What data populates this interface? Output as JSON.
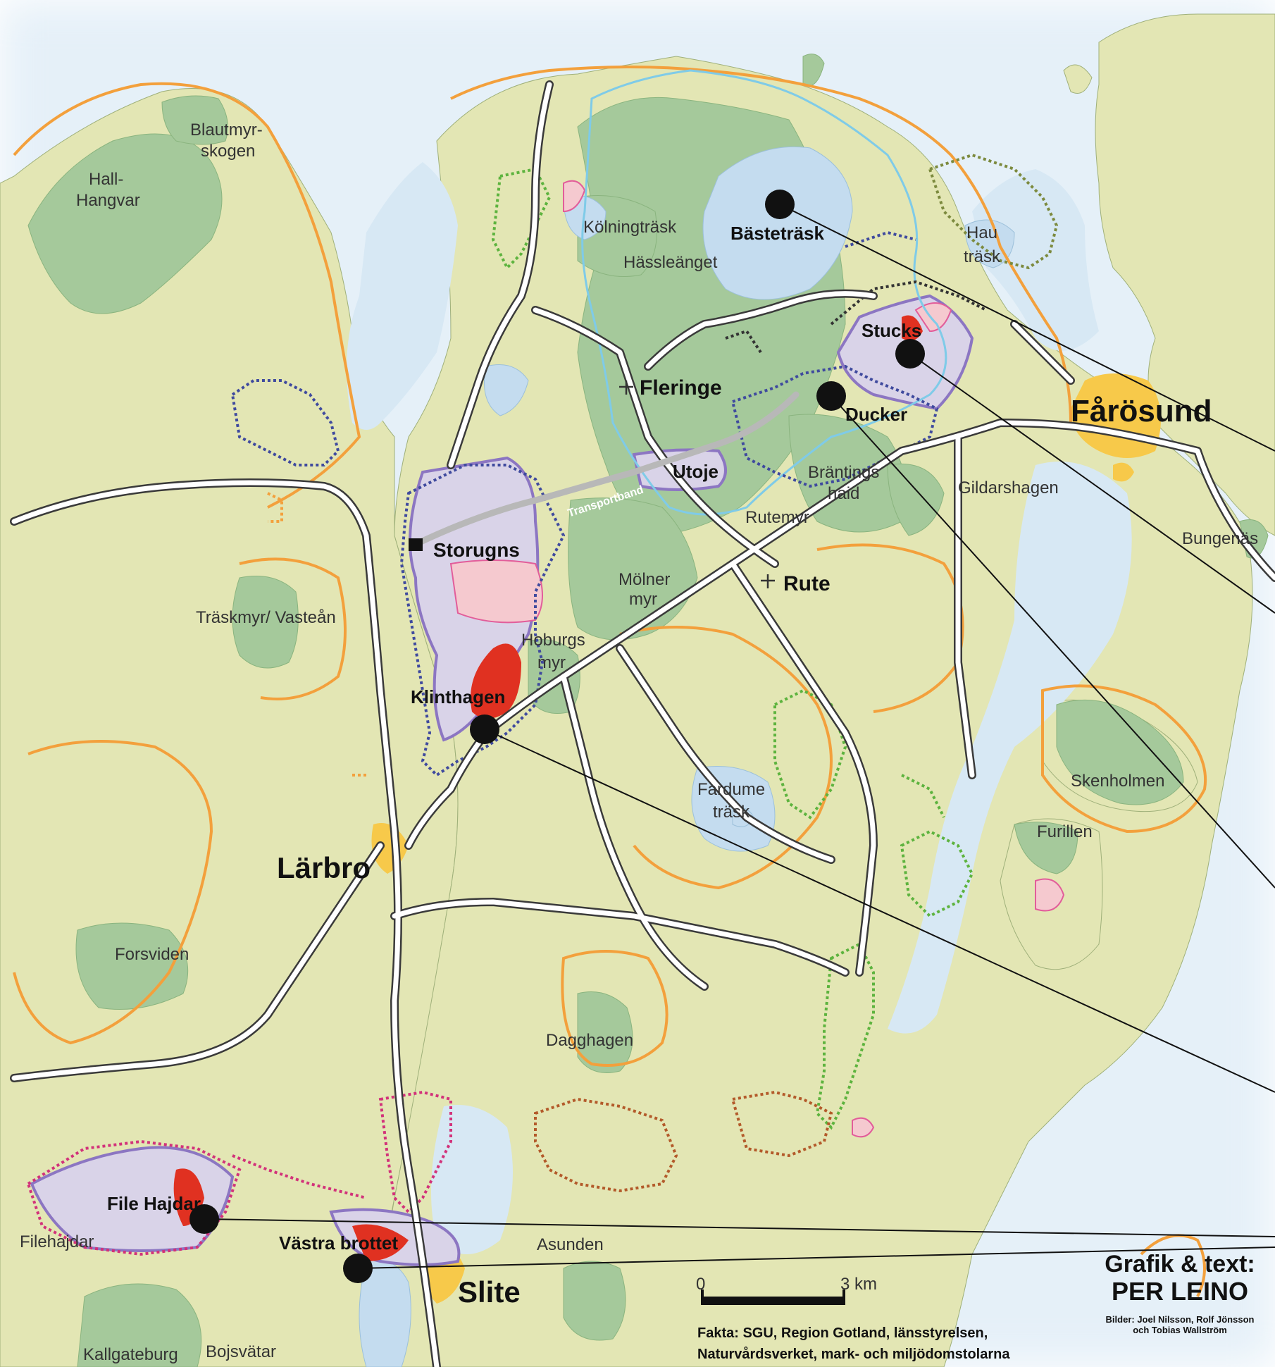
{
  "map": {
    "places": {
      "blautmyrskogen": [
        "Blautmyr-",
        "skogen"
      ],
      "hallhangvar": [
        "Hall-",
        "Hangvar"
      ],
      "kolningstrask": "Kölningträsk",
      "hassleanget": "Hässleänget",
      "bastetrask": "Bästeträsk",
      "hautrask": [
        "Hau",
        "träsk"
      ],
      "stucks": "Stucks",
      "fleringe": "Fleringe",
      "ducker": "Ducker",
      "farosund": "Fårösund",
      "utoje": "Utoje",
      "brantings_haid": [
        "Bräntings",
        "haid"
      ],
      "gildarshagen": "Gildarshagen",
      "storugns": "Storugns",
      "rutemyr": "Rutemyr",
      "bungenas": "Bungenäs",
      "rute": "Rute",
      "molner_myr": [
        "Mölner",
        "myr"
      ],
      "traskmyr": "Träskmyr/ Vasteån",
      "hoburgs_myr": [
        "Hoburgs",
        "myr"
      ],
      "klinthagen": "Klinthagen",
      "skenholmen": "Skenholmen",
      "fardume": [
        "Fardume",
        "träsk"
      ],
      "furillen": "Furillen",
      "larbro": "Lärbro",
      "forsviden": "Forsviden",
      "dagghagen": "Dagghagen",
      "file_hajdar": "File Hajdar",
      "filehajdar": "Filehajdar",
      "vastra_brottet": "Västra brottet",
      "asunden": "Asunden",
      "slite": "Slite",
      "kallgateburg": "Kallgateburg",
      "bojsvatar": "Bojsvätar"
    },
    "transportband_label": "Transportband",
    "scale": {
      "start": "0",
      "end": "3 km"
    },
    "fakta": [
      "Fakta: SGU, Region Gotland, länsstyrelsen,",
      "Naturvårdsverket, mark- och miljödomstolarna"
    ],
    "credit": {
      "title": "Grafik & text:",
      "author": "PER LEINO",
      "photos": [
        "Bilder: Joel Nilsson, Rolf Jönsson",
        "och Tobias Wallström"
      ]
    },
    "colors": {
      "sea": "#cfe3f2",
      "land": "#e3e6b4",
      "forest": "#a5c99b",
      "lake": "#c4dcef",
      "road": "#ffffff",
      "road_edge": "#3a3a3a",
      "nature_reserve_outline": "#f3a03c",
      "protected_green": "#5db33e",
      "quarry_area": "#d9d3e8",
      "active_quarry": "#e03121",
      "planned_pink": "#f5c9cf",
      "urban": "#f7c94a"
    }
  }
}
